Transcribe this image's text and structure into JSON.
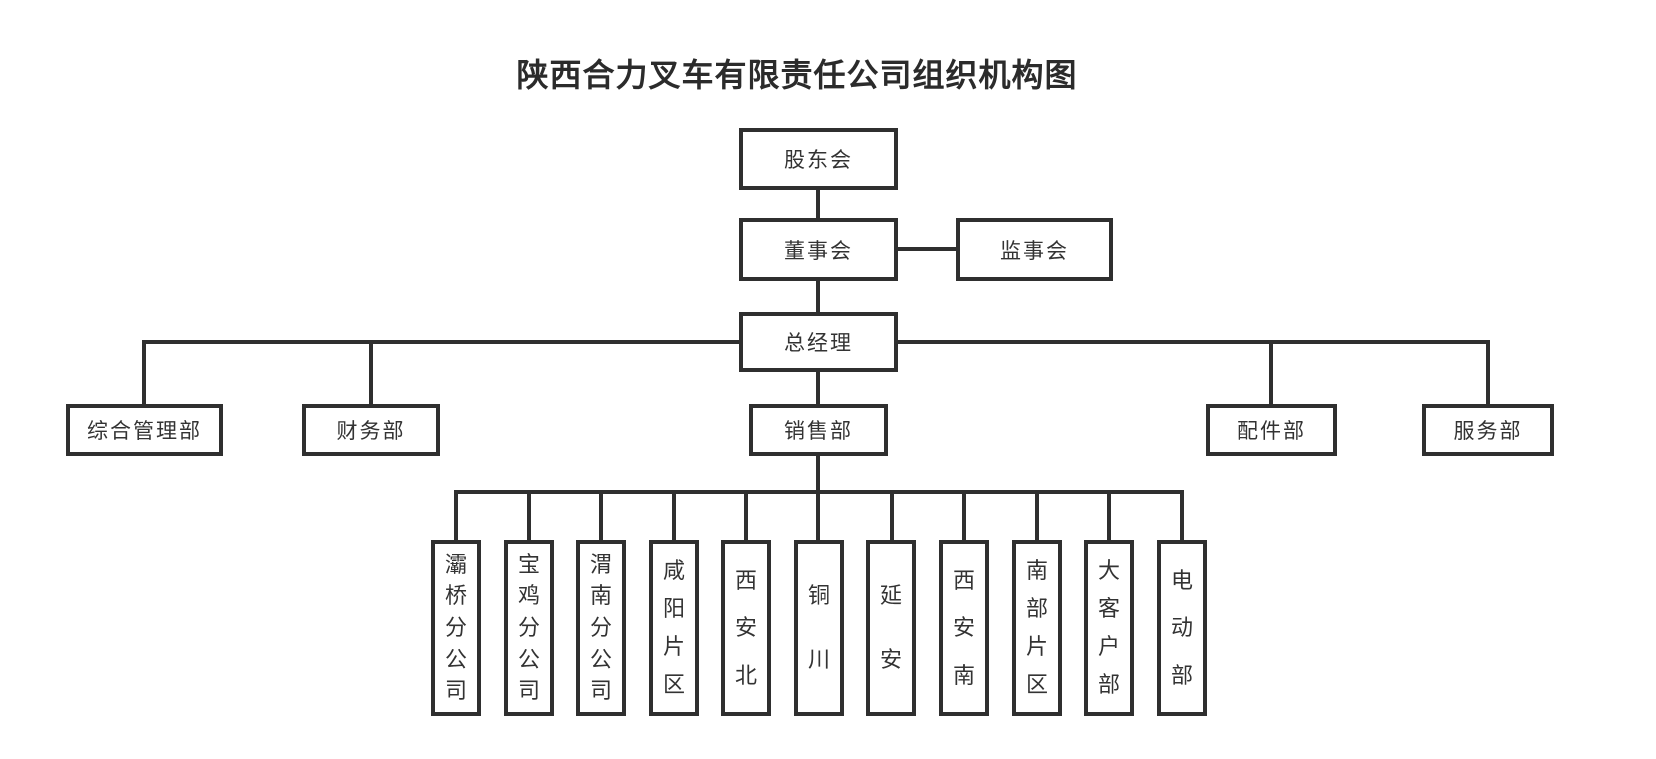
{
  "title": "陕西合力叉车有限责任公司组织机构图",
  "org_chart": {
    "type": "org-tree",
    "shareholders": "股东会",
    "board": "董事会",
    "supervisory_board": "监事会",
    "general_manager": "总经理",
    "departments": [
      "综合管理部",
      "财务部",
      "销售部",
      "配件部",
      "服务部"
    ],
    "sales_sub_units": [
      "灞桥分公司",
      "宝鸡分公司",
      "渭南分公司",
      "咸阳片区",
      "西安北",
      "铜川",
      "延安",
      "西安南",
      "南部片区",
      "大客户部",
      "电动部"
    ]
  },
  "colors": {
    "line": "#2f2f2f",
    "text": "#333333",
    "title": "#2b2b2b",
    "background": "#ffffff"
  }
}
